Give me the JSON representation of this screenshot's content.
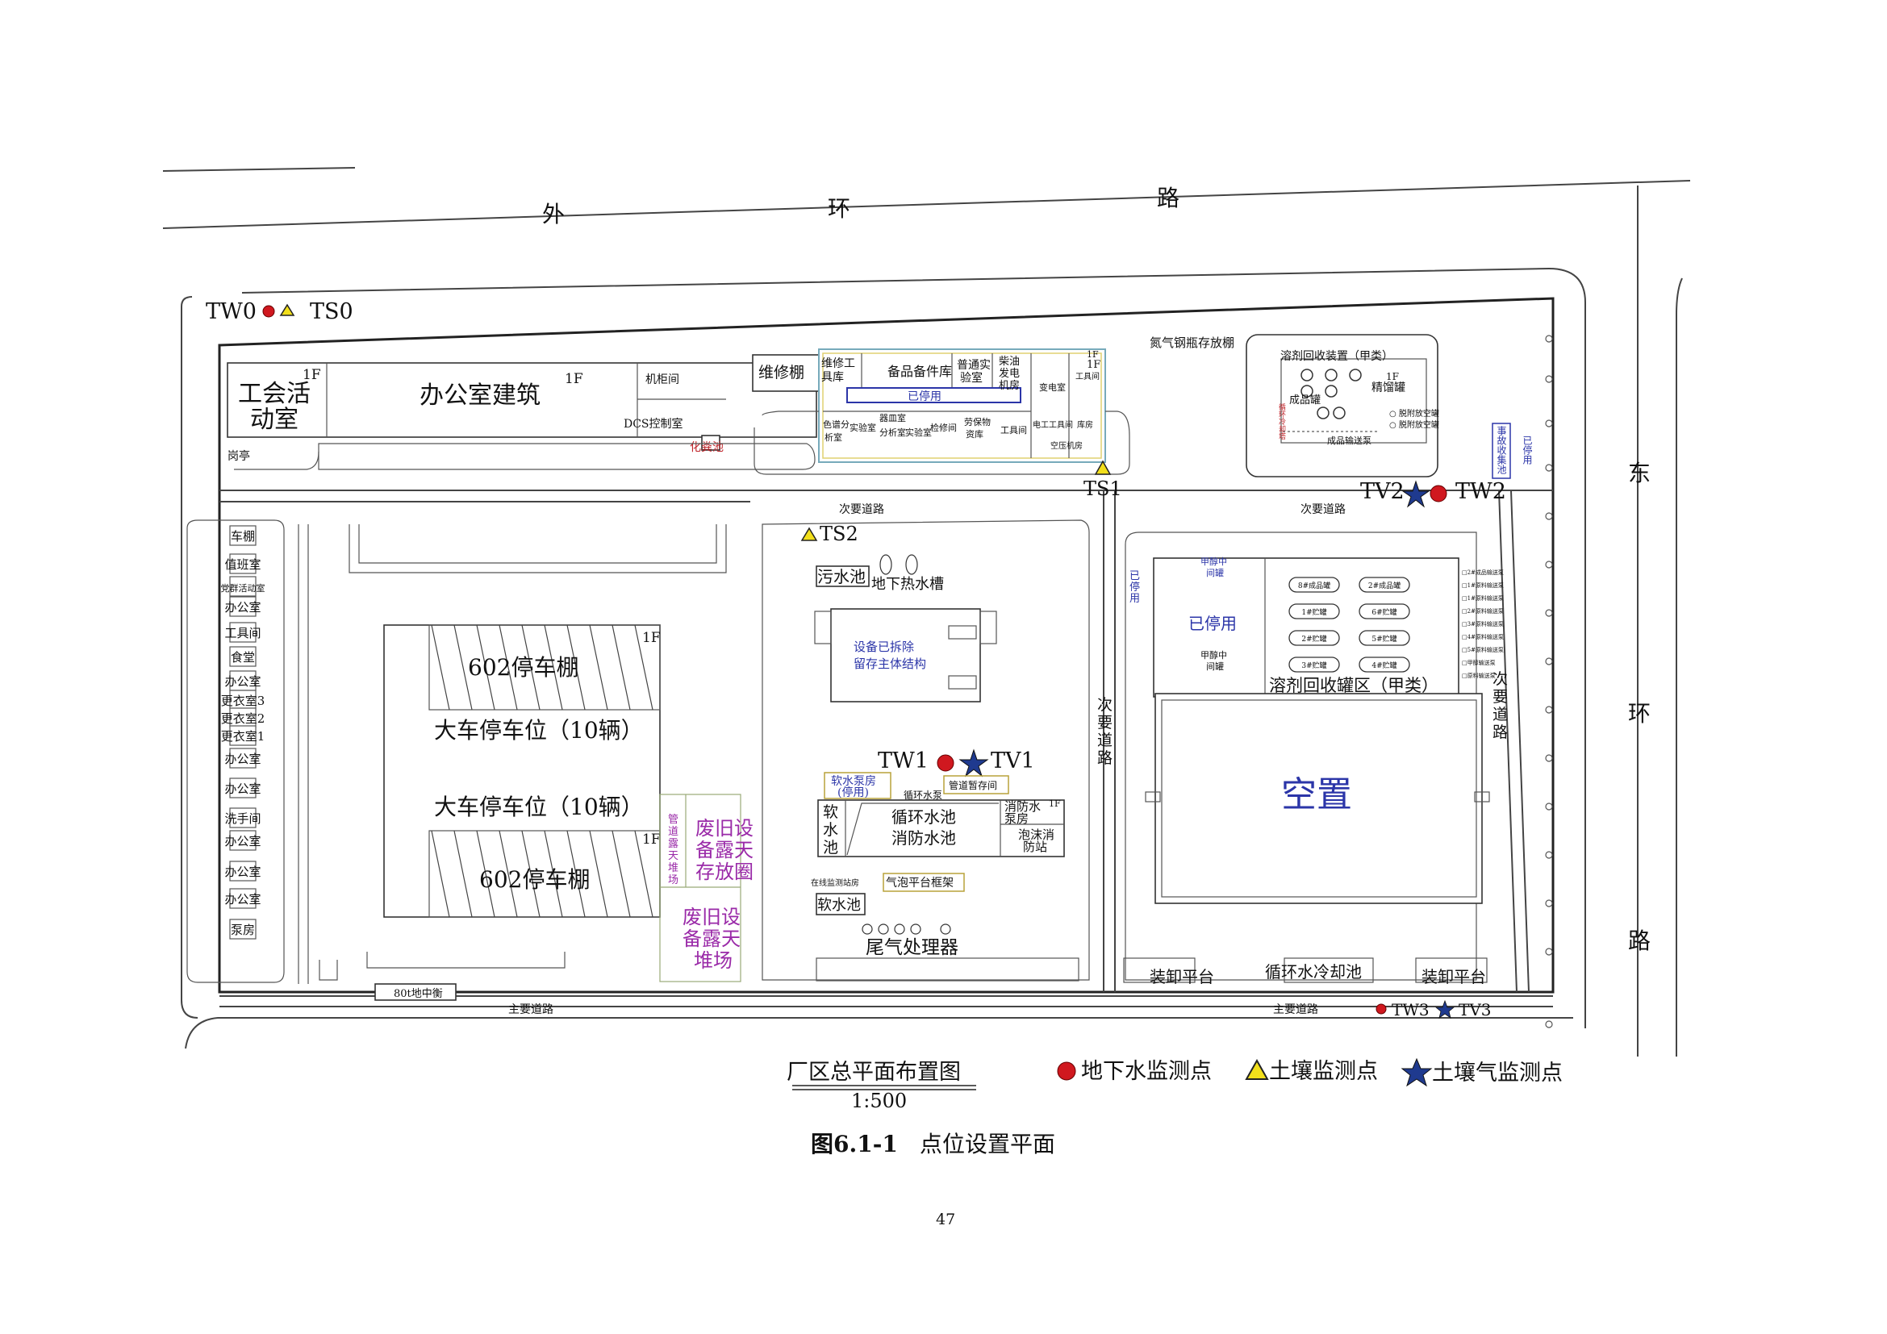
{
  "roads": {
    "outer_ring": [
      "外",
      "环",
      "路"
    ],
    "east_ring": [
      "东",
      "环",
      "路"
    ],
    "secondary_north": "次要道路",
    "secondary_north2": "次要道路",
    "secondary_mid": [
      "次",
      "要",
      "道",
      "路"
    ],
    "secondary_east": [
      "次",
      "要",
      "道",
      "路"
    ],
    "main_road": "主要道路",
    "main_road2": "主要道路"
  },
  "points": {
    "tw0": "TW0",
    "ts0": "TS0",
    "ts1": "TS1",
    "ts2": "TS2",
    "tv2": "TV2",
    "tw2": "TW2",
    "tw1": "TW1",
    "tv1": "TV1",
    "tw3": "TW3",
    "tv3": "TV3"
  },
  "buildings": {
    "union": "工会活动室",
    "union_l1": "工会活",
    "union_l2": "动室",
    "office": "办公室建筑",
    "floor_1f": "1F",
    "cabinet": "机柜间",
    "dcs": "DCS控制室",
    "septic": "化粪池",
    "kiosk": "岗亭",
    "repair_shed": "维修棚",
    "repair_tool": [
      "维修工",
      "具库"
    ],
    "spare_parts": "备品备件库",
    "general_lab": [
      "普通实",
      "验室"
    ],
    "diesel": [
      "柴油",
      "发电",
      "机房"
    ],
    "substation": "变电室",
    "tools": "工具间",
    "disabled": "已停用",
    "chroma": [
      "色谱分",
      "析室"
    ],
    "lab": "实验室",
    "sample": "器皿室",
    "analysis": "分析室",
    "lab2": "实验室",
    "repair_room": "检修间",
    "ppe": [
      "劳保物",
      "资库"
    ],
    "tools2": "工具间",
    "elec_tools": "电工工具间",
    "store": "库房",
    "aircomp": "空压机房",
    "n2": "氮气钢瓶存放棚",
    "solvent_unit": "溶剂回收装置（甲类）",
    "product_tank": "成品罐",
    "distill": "精馏罐",
    "product_pump": "成品输送泵",
    "vac1": "○ 脱附放空罐",
    "vac2": "○ 脱附放空罐",
    "vert_red": "循环冷却塔",
    "accident_pool": "事故收集池",
    "disabled_v": "已停用"
  },
  "left_column": [
    "车棚",
    "值班室",
    "党群活动室",
    "办公室",
    "工具间",
    "食堂",
    "办公室",
    "更衣室3",
    "更衣室2",
    "更衣室1",
    "办公室",
    "办公室",
    "洗手间",
    "办公室",
    "办公室",
    "办公室",
    "泵房"
  ],
  "parking": {
    "shed1": "602停车棚",
    "bus1": "大车停车位（10辆）",
    "bus2": "大车停车位（10辆）",
    "shed2": "602停车棚",
    "pipe_yard": [
      "管",
      "道",
      "露",
      "天",
      "堆",
      "场"
    ],
    "scrap1": [
      "废旧设",
      "备露天",
      "存放圈"
    ],
    "scrap2": [
      "废旧设",
      "备露天",
      "堆场"
    ],
    "scale": "80t地中衡"
  },
  "center": {
    "sewage": "污水池",
    "underground": "地下热水槽",
    "removed1": "设备已拆除",
    "removed2": "留存主体结构",
    "soft_pump": [
      "软水泵房",
      "(停用)"
    ],
    "circ_pump": "循环水泵",
    "pipe_store": "管道暂存间",
    "soft_pool_v": [
      "软",
      "水",
      "池"
    ],
    "circ_pool": "循环水池",
    "fire_pool": "消防水池",
    "fire_pump": [
      "消防水",
      "泵房"
    ],
    "foam": [
      "泡沫消",
      "防站"
    ],
    "online": "在线监测站房",
    "bubble": "气泡平台框架",
    "soft_pool": "软水池",
    "tail_gas": "尾气处理器"
  },
  "east": {
    "methanol1": [
      "甲醇中",
      "间罐"
    ],
    "disabled": "已停用",
    "methanol2": [
      "甲醇中",
      "间罐"
    ],
    "disabled_v": [
      "已",
      "停",
      "用"
    ],
    "tank_area": "溶剂回收罐区（甲类）",
    "tanks_left": [
      "8#成品罐",
      "1#贮罐",
      "2#贮罐",
      "3#贮罐"
    ],
    "tanks_right": [
      "2#成品罐",
      "6#贮罐",
      "5#贮罐",
      "4#贮罐"
    ],
    "pumps": [
      "□2#成品输送泵",
      "□1#原料输送泵",
      "□1#原料输送泵",
      "□2#原料输送泵",
      "□3#原料输送泵",
      "□4#原料输送泵",
      "□5#原料输送泵",
      "□甲醇输送泵",
      "□原料输送泵"
    ],
    "vacant": "空置",
    "load1": "装卸平台",
    "cool": "循环水冷却池",
    "load2": "装卸平台"
  },
  "legend": {
    "title": "厂区总平面布置图",
    "scale": "1:500",
    "gw": "地下水监测点",
    "soil": "土壤监测点",
    "soilgas": "土壤气监测点"
  },
  "caption": {
    "fig": "图6.1-1",
    "text": "点位设置平面"
  },
  "page_number": "47",
  "colors": {
    "groundwater": "#d0181f",
    "soil": "#f2df1b",
    "soilgas": "#1f3a8f",
    "label_blue": "#2b35a8",
    "label_purple": "#9a2aa8"
  }
}
